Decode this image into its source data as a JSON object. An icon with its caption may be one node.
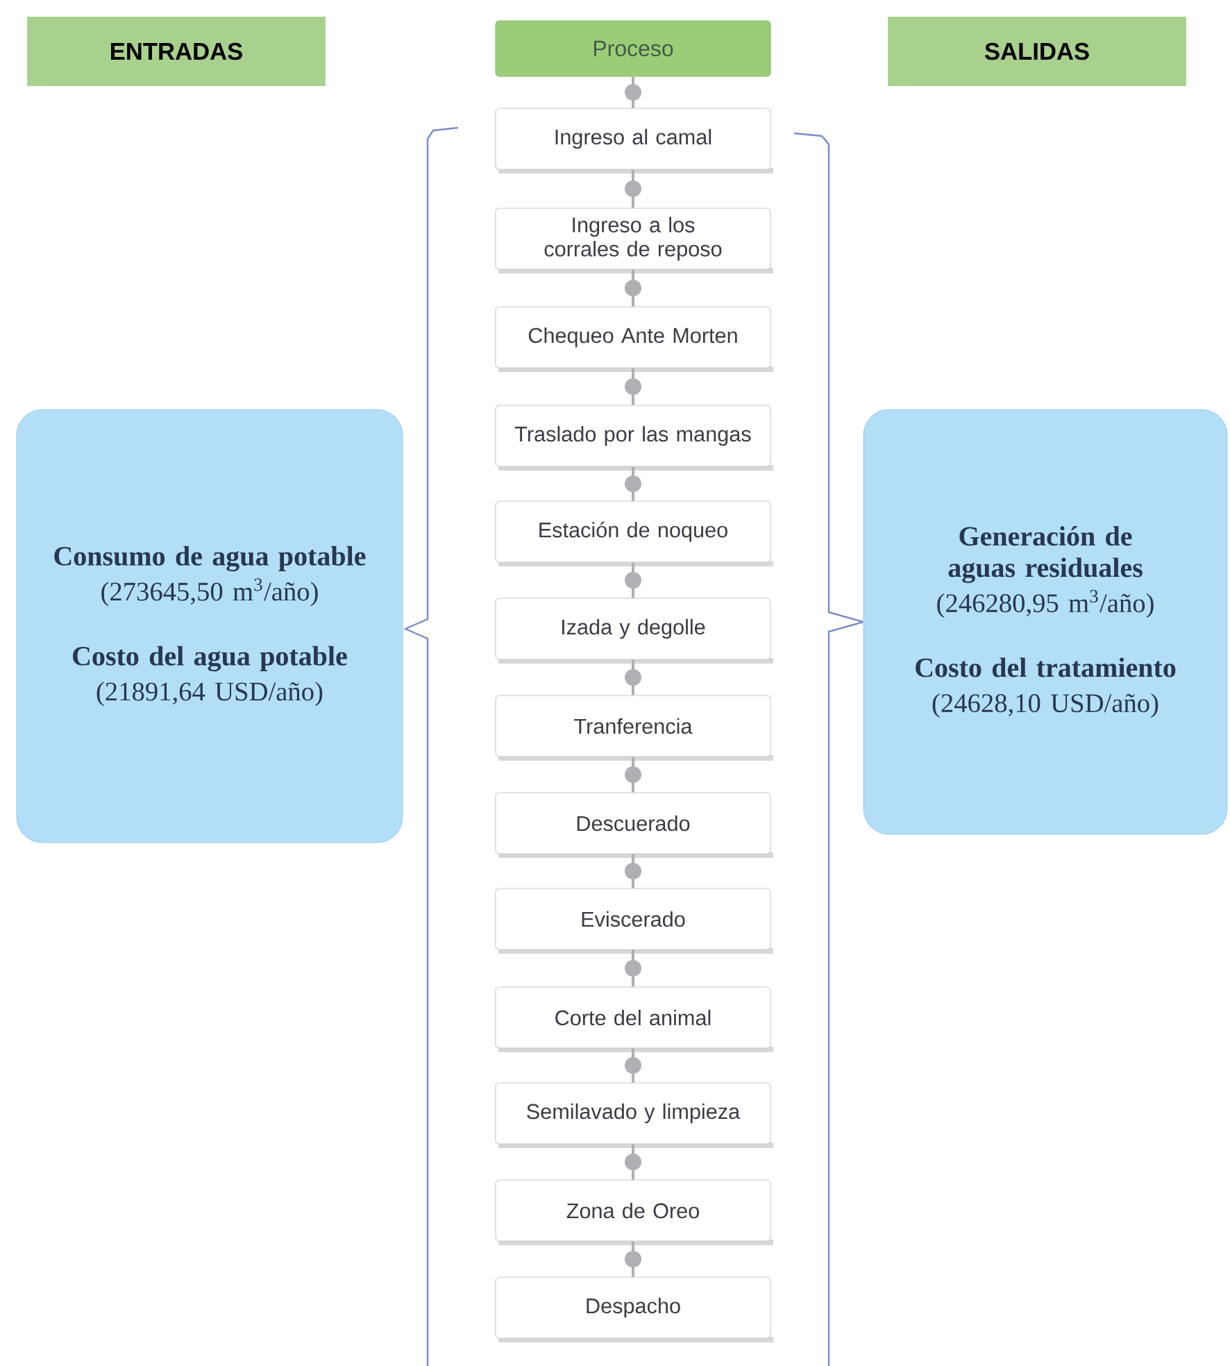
{
  "diagram": {
    "nodes": [
      {
        "text": [
          "ENTRADAS"
        ]
      },
      {
        "text": [
          "Proceso"
        ]
      },
      {
        "text": [
          "SALIDAS"
        ]
      },
      {
        "text": [
          "Ingreso al camal"
        ]
      },
      {
        "text": [
          "Ingreso a los corrales de reposo"
        ]
      },
      {
        "text": [
          "Chequeo Ante Morten"
        ]
      },
      {
        "text": [
          "Traslado por las mangas"
        ]
      },
      {
        "text": [
          "Estación de noqueo"
        ]
      },
      {
        "text": [
          "Izada y degolle"
        ]
      },
      {
        "text": [
          "Tranferencia"
        ]
      },
      {
        "text": [
          "Descuerado"
        ]
      },
      {
        "text": [
          "Eviscerado"
        ]
      },
      {
        "text": [
          "Corte del animal"
        ]
      },
      {
        "text": [
          "Semilavado y limpieza"
        ]
      },
      {
        "text": [
          "Zona de Oreo"
        ]
      },
      {
        "text": [
          "Despacho"
        ]
      },
      {
        "text": [
          "Consumo de agua potable",
          "(273645,50 m$^{3}$/año)",
          "Costo del agua potable",
          "(21891,64 USD/año)"
        ]
      },
      {
        "text": [
          "Generación de aguas residuales",
          "(246280,95 m$^{3}$/año)",
          "Costo del tratamiento",
          "(24628,10 USD/año)"
        ]
      }
    ],
    "edges": [
      {
        "from": 1,
        "to": 3,
        "arrow": "none"
      },
      {
        "from": 3,
        "to": 4,
        "arrow": "none"
      },
      {
        "from": 4,
        "to": 5,
        "arrow": "none"
      },
      {
        "from": 5,
        "to": 6,
        "arrow": "none"
      },
      {
        "from": 6,
        "to": 7,
        "arrow": "none"
      },
      {
        "from": 7,
        "to": 8,
        "arrow": "none"
      },
      {
        "from": 8,
        "to": 9,
        "arrow": "none"
      },
      {
        "from": 9,
        "to": 10,
        "arrow": "none"
      },
      {
        "from": 10,
        "to": 11,
        "arrow": "none"
      },
      {
        "from": 11,
        "to": 12,
        "arrow": "none"
      },
      {
        "from": 12,
        "to": 13,
        "arrow": "none"
      },
      {
        "from": 13,
        "to": 14,
        "arrow": "none"
      },
      {
        "from": 14,
        "to": 15,
        "arrow": "none"
      }
    ]
  }
}
